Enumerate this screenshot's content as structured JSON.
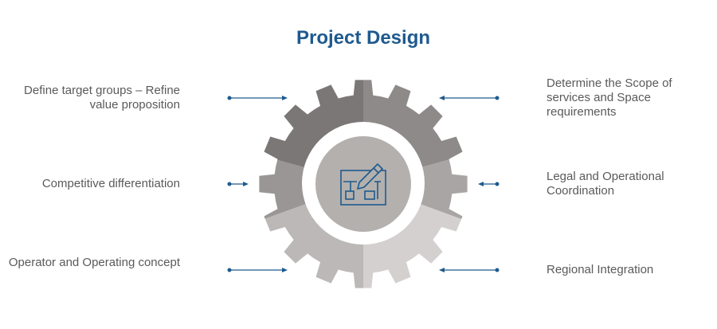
{
  "title": "Project Design",
  "left_items": [
    {
      "label": "Define target groups – Refine value proposition"
    },
    {
      "label": "Competitive differentiation"
    },
    {
      "label": "Operator and Operating concept"
    }
  ],
  "right_items": [
    {
      "label": "Determine the Scope of services and Space requirements"
    },
    {
      "label": "Legal and Operational Coordination"
    },
    {
      "label": "Regional Integration"
    }
  ],
  "center_icon": "blueprint-pencil-icon",
  "colors": {
    "title": "#1e5a8e",
    "connector": "#1e5a8e",
    "gear_segments": [
      "#7b7776",
      "#8e8a89",
      "#a9a5a4",
      "#d3d0cf",
      "#bcb8b7",
      "#9a9695"
    ],
    "hub": "#b3b0ae"
  }
}
